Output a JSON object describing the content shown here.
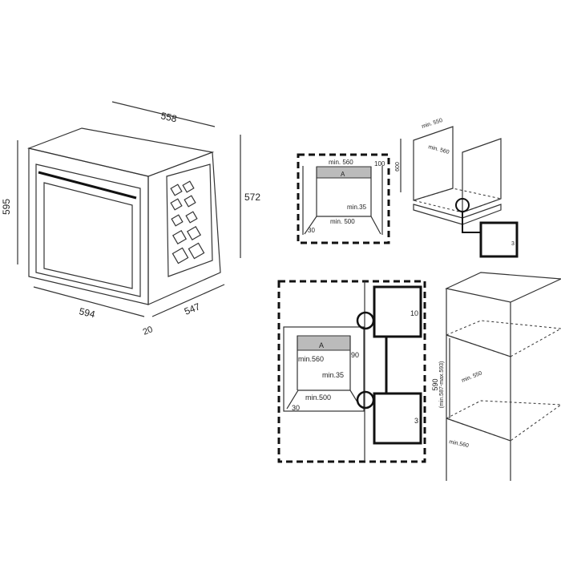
{
  "oven": {
    "width": "558",
    "height_left": "595",
    "height_right": "572",
    "front_width": "594",
    "depth": "547",
    "door": "20"
  },
  "under_counter_front": {
    "width": "min. 560",
    "gap": "100",
    "area": "A",
    "min_top": "min.35",
    "depth": "min. 500",
    "angle": "30"
  },
  "under_counter_cabinet": {
    "top_depth": "min. 550",
    "inner_width": "min. 560",
    "height": "600",
    "detail_gap": "3"
  },
  "column_front": {
    "width": "min.560",
    "gap": "90",
    "area": "A",
    "min_top": "min.35",
    "depth": "min.500",
    "angle": "30",
    "detail_top": "10",
    "detail_bottom": "3"
  },
  "column_cabinet": {
    "height": "590",
    "height_range": "(min.587-max.593)",
    "inner_depth": "min. 550",
    "bottom_width": "min.560"
  }
}
